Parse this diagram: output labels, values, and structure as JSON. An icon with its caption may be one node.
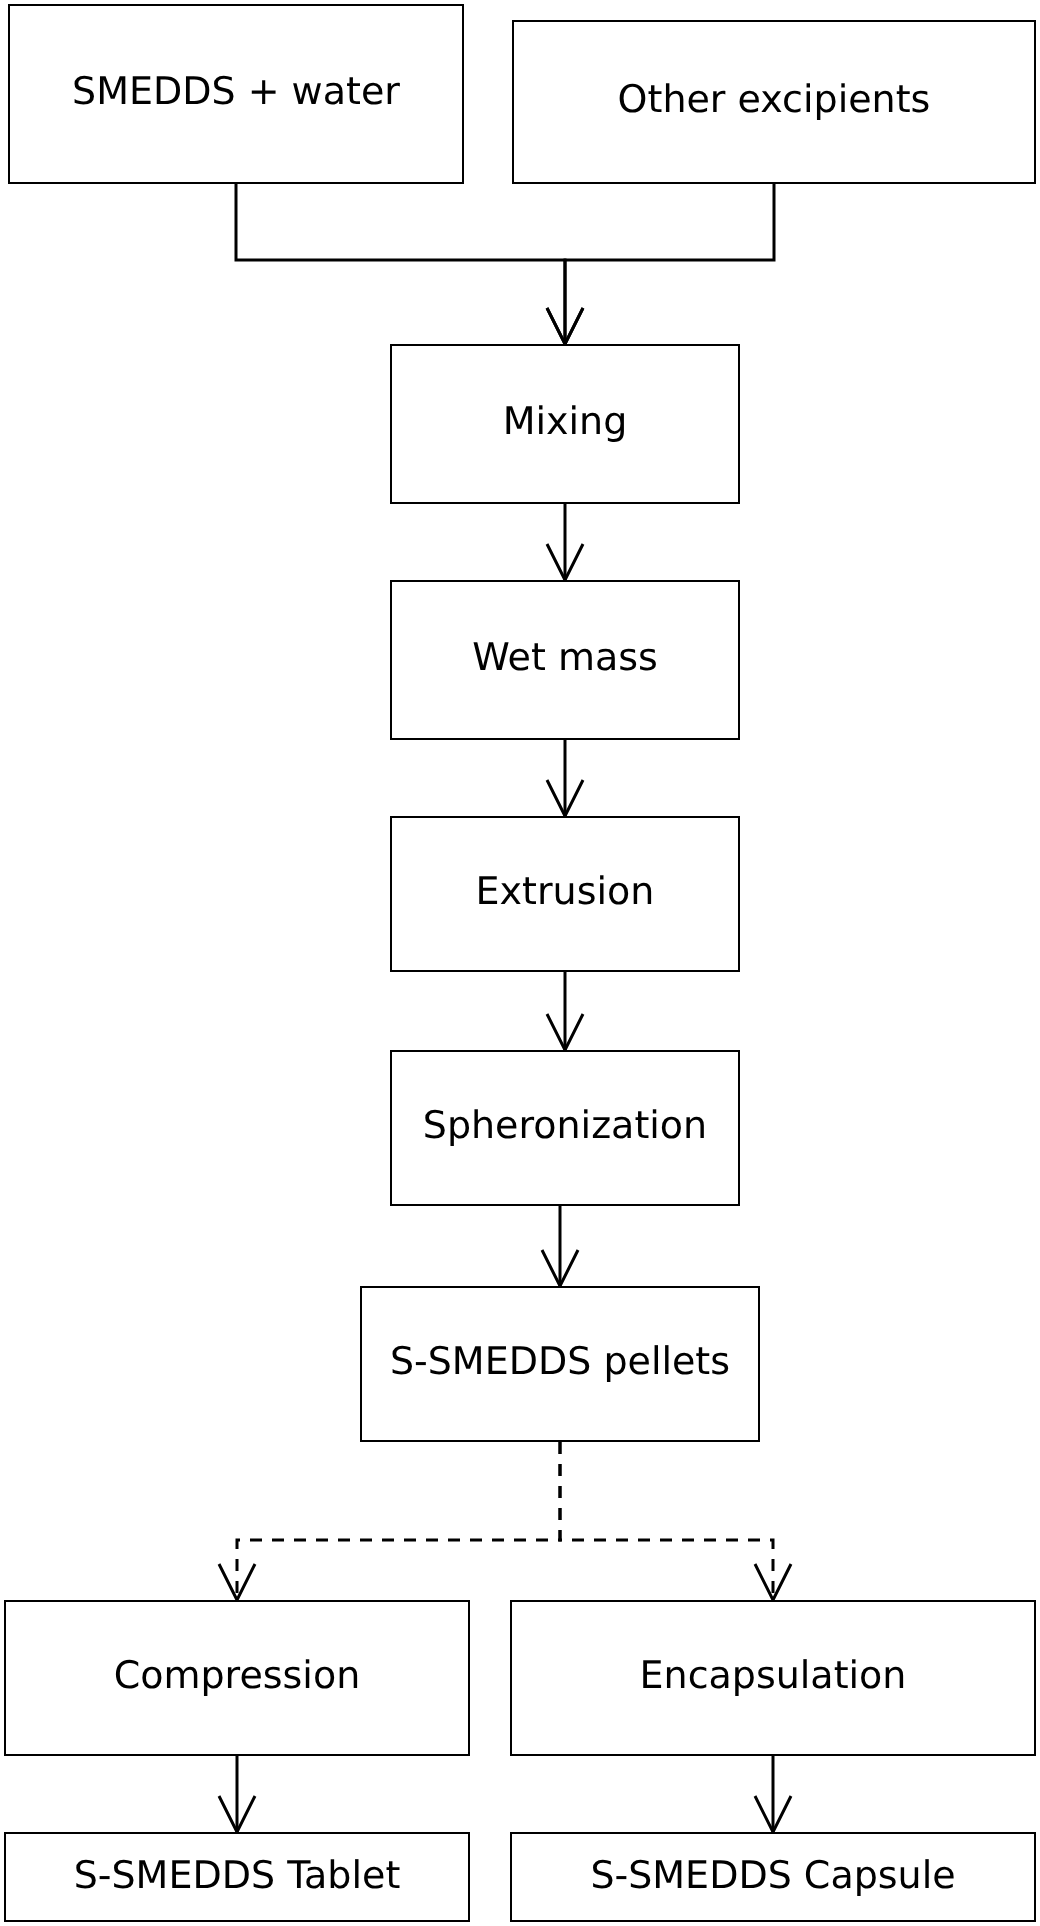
{
  "diagram": {
    "nodes": [
      {
        "text": [
          "SMEDDS + water"
        ]
      },
      {
        "text": [
          "Other excipients"
        ]
      },
      {
        "text": [
          "Mixing"
        ]
      },
      {
        "text": [
          "Wet mass"
        ]
      },
      {
        "text": [
          "Extrusion"
        ]
      },
      {
        "text": [
          "Spheronization"
        ]
      },
      {
        "text": [
          "S-SMEDDS pellets"
        ]
      },
      {
        "text": [
          "Compression"
        ]
      },
      {
        "text": [
          "Encapsulation"
        ]
      },
      {
        "text": [
          "S-SMEDDS Tablet"
        ]
      },
      {
        "text": [
          "S-SMEDDS Capsule"
        ]
      }
    ],
    "edges": [
      {
        "from": 0,
        "to": 2,
        "arrow": "to"
      },
      {
        "from": 1,
        "to": 2,
        "arrow": "to"
      },
      {
        "from": 2,
        "to": 3,
        "arrow": "to"
      },
      {
        "from": 3,
        "to": 4,
        "arrow": "to"
      },
      {
        "from": 4,
        "to": 5,
        "arrow": "to"
      },
      {
        "from": 5,
        "to": 6,
        "arrow": "to"
      },
      {
        "from": 6,
        "to": 7,
        "arrow": "to",
        "style": "dashed"
      },
      {
        "from": 6,
        "to": 8,
        "arrow": "to",
        "style": "dashed"
      },
      {
        "from": 7,
        "to": 9,
        "arrow": "to"
      },
      {
        "from": 8,
        "to": 10,
        "arrow": "to"
      }
    ]
  }
}
